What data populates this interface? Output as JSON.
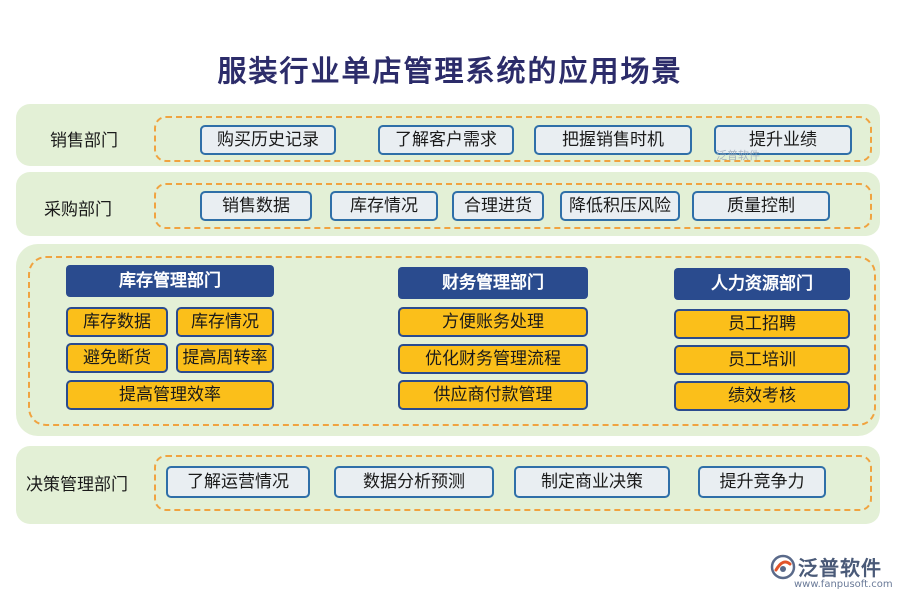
{
  "title": "服装行业单店管理系统的应用场景",
  "sales": {
    "label": "销售部门",
    "items": [
      "购买历史记录",
      "了解客户需求",
      "把握销售时机",
      "提升业绩"
    ]
  },
  "purchasing": {
    "label": "采购部门",
    "items": [
      "销售数据",
      "库存情况",
      "合理进货",
      "降低积压风险",
      "质量控制"
    ]
  },
  "inventory": {
    "header": "库存管理部门",
    "items": [
      "库存数据",
      "库存情况",
      "避免断货",
      "提高周转率",
      "提高管理效率"
    ]
  },
  "finance": {
    "header": "财务管理部门",
    "items": [
      "方便账务处理",
      "优化财务管理流程",
      "供应商付款管理"
    ]
  },
  "hr": {
    "header": "人力资源部门",
    "items": [
      "员工招聘",
      "员工培训",
      "绩效考核"
    ]
  },
  "decision": {
    "label": "决策管理部门",
    "items": [
      "了解运营情况",
      "数据分析预测",
      "制定商业决策",
      "提升竞争力"
    ]
  },
  "watermark": "泛普软件",
  "brand": {
    "name": "泛普软件",
    "url": "www.fanpusoft.com"
  },
  "colors": {
    "panel": "#e3f0d6",
    "dash": "#f0a340",
    "header": "#2a4b8e",
    "tag": "#fbbf1a",
    "pill_border": "#2f6fa8"
  }
}
